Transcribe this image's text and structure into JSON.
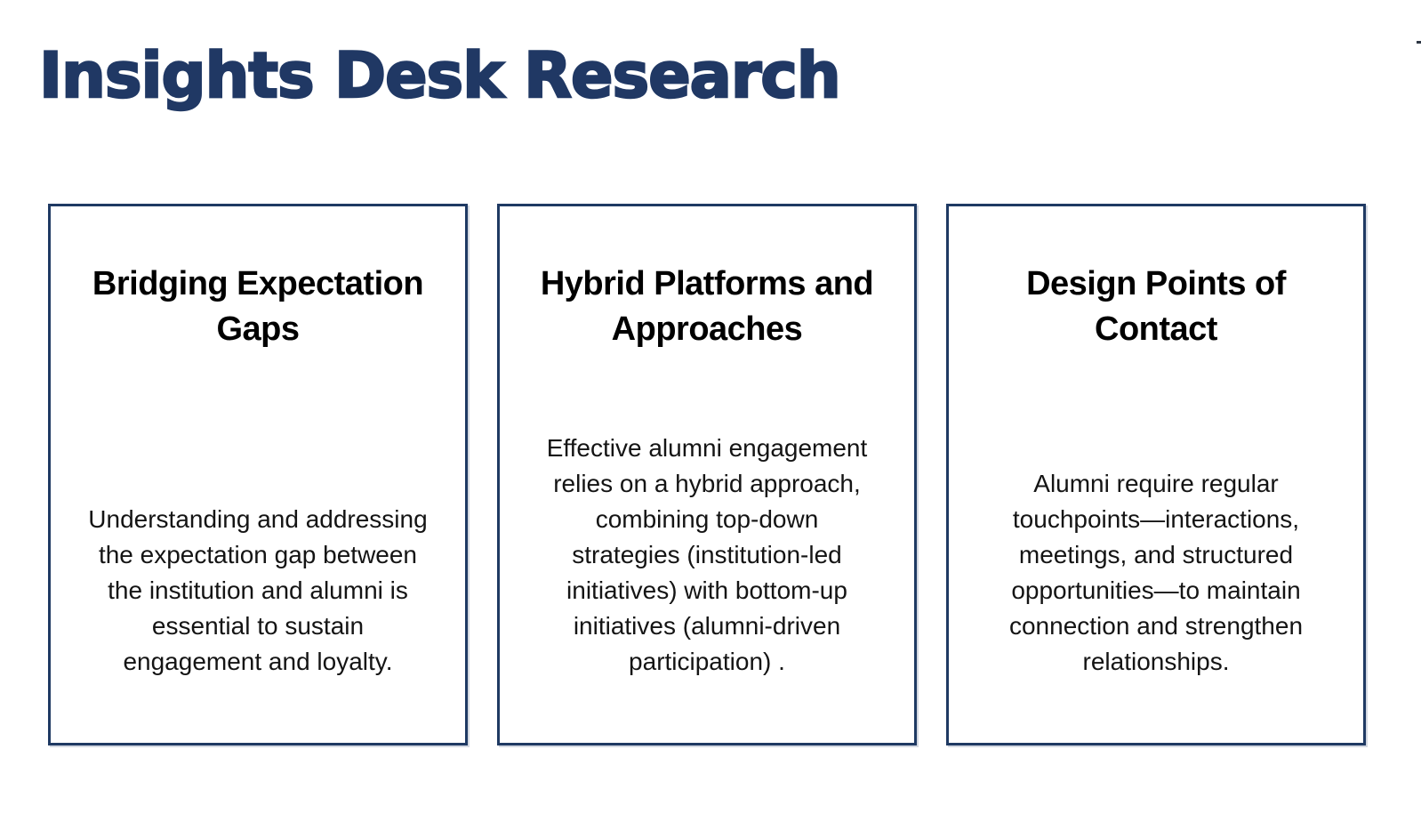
{
  "page": {
    "title": "Insights Desk Research",
    "colors": {
      "title_navy": "#203864",
      "card_border_navy": "#1f3a63",
      "heading_black": "#000000",
      "body_black": "#141414",
      "background": "#ffffff"
    }
  },
  "cards": [
    {
      "heading": [
        "Bridging Expectation",
        "Gaps"
      ],
      "body": [
        "Understanding and addressing",
        "the expectation gap between",
        "the institution and alumni is",
        "essential to sustain",
        "engagement and loyalty."
      ]
    },
    {
      "heading": [
        "Hybrid Platforms and",
        "Approaches"
      ],
      "body": [
        "Effective alumni engagement",
        "relies on a hybrid approach,",
        "combining top-down",
        "strategies (institution-led",
        "initiatives) with bottom-up",
        "initiatives (alumni-driven",
        "participation) ."
      ]
    },
    {
      "heading": [
        "Design Points of",
        "Contact"
      ],
      "body": [
        "Alumni require regular",
        "touchpoints—interactions,",
        "meetings, and structured",
        "opportunities—to maintain",
        "connection and strengthen",
        "relationships."
      ]
    }
  ]
}
